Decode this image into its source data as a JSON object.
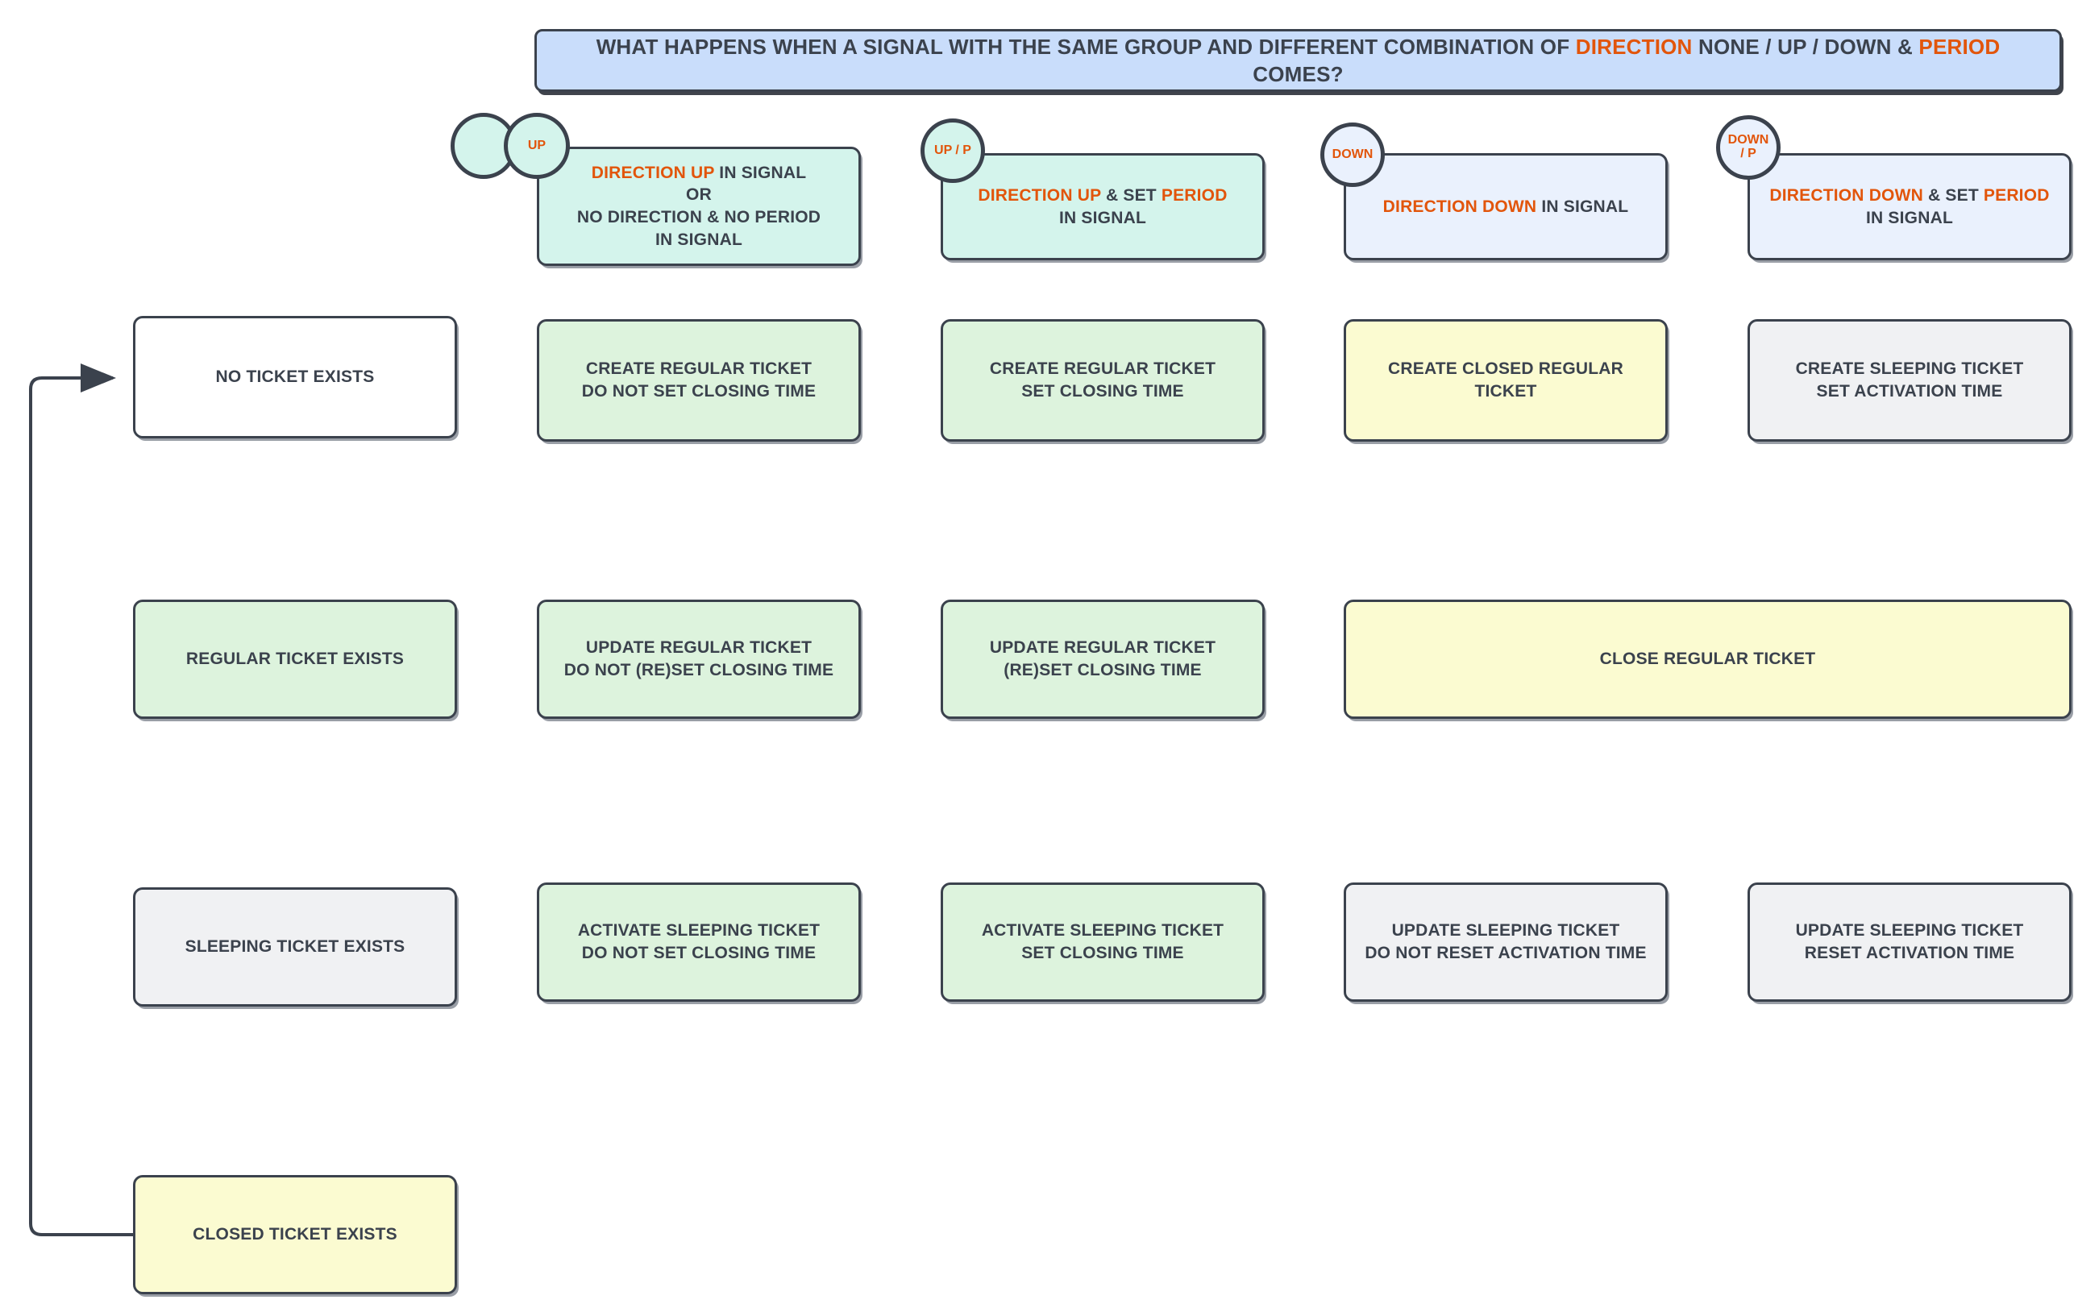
{
  "banner": {
    "segments": [
      {
        "text": "WHAT HAPPENS WHEN A SIGNAL WITH THE SAME GROUP AND DIFFERENT COMBINATION OF ",
        "highlight": false
      },
      {
        "text": "DIRECTION",
        "highlight": true
      },
      {
        "text": " NONE / UP / DOWN & ",
        "highlight": false
      },
      {
        "text": "PERIOD",
        "highlight": true
      },
      {
        "text": " COMES?",
        "highlight": false
      }
    ],
    "plain": "WHAT HAPPENS WHEN A SIGNAL WITH THE SAME GROUP AND DIFFERENT COMBINATION OF DIRECTION NONE / UP / DOWN & PERIOD COMES?"
  },
  "columns": [
    {
      "id": "col-up",
      "badges": [
        "",
        "UP"
      ],
      "header_segments": [
        {
          "text": "DIRECTION UP",
          "highlight": true
        },
        {
          "text": " IN SIGNAL\nOR\nNO DIRECTION & NO PERIOD\nIN SIGNAL",
          "highlight": false
        }
      ],
      "header_plain": "DIRECTION UP IN SIGNAL\nOR\nNO DIRECTION & NO PERIOD\nIN SIGNAL",
      "header_fill": "mint"
    },
    {
      "id": "col-up-p",
      "badges": [
        "UP / P"
      ],
      "header_segments": [
        {
          "text": "DIRECTION UP",
          "highlight": true
        },
        {
          "text": " & SET ",
          "highlight": false
        },
        {
          "text": "PERIOD",
          "highlight": true
        },
        {
          "text": "\nIN SIGNAL",
          "highlight": false
        }
      ],
      "header_plain": "DIRECTION UP & SET PERIOD\nIN SIGNAL",
      "header_fill": "mint"
    },
    {
      "id": "col-down",
      "badges": [
        "DOWN"
      ],
      "header_segments": [
        {
          "text": "DIRECTION DOWN",
          "highlight": true
        },
        {
          "text": " IN SIGNAL",
          "highlight": false
        }
      ],
      "header_plain": "DIRECTION DOWN IN SIGNAL",
      "header_fill": "blue"
    },
    {
      "id": "col-down-p",
      "badges": [
        "DOWN\n/ P"
      ],
      "header_segments": [
        {
          "text": "DIRECTION DOWN",
          "highlight": true
        },
        {
          "text": " & SET ",
          "highlight": false
        },
        {
          "text": "PERIOD",
          "highlight": true
        },
        {
          "text": "\nIN SIGNAL",
          "highlight": false
        }
      ],
      "header_plain": "DIRECTION DOWN & SET PERIOD\nIN SIGNAL",
      "header_fill": "blue"
    }
  ],
  "rows": [
    {
      "id": "row-no-ticket",
      "label": "NO TICKET EXISTS",
      "label_fill": "white",
      "cells": [
        {
          "text": "CREATE REGULAR TICKET\nDO NOT SET CLOSING TIME",
          "fill": "green",
          "span": 1
        },
        {
          "text": "CREATE REGULAR TICKET\nSET CLOSING TIME",
          "fill": "green",
          "span": 1
        },
        {
          "text": "CREATE CLOSED REGULAR\nTICKET",
          "fill": "yellow",
          "span": 1
        },
        {
          "text": "CREATE SLEEPING TICKET\nSET ACTIVATION TIME",
          "fill": "grey",
          "span": 1
        }
      ]
    },
    {
      "id": "row-regular-ticket",
      "label": "REGULAR TICKET EXISTS",
      "label_fill": "green",
      "cells": [
        {
          "text": "UPDATE REGULAR TICKET\nDO NOT (RE)SET CLOSING TIME",
          "fill": "green",
          "span": 1
        },
        {
          "text": "UPDATE REGULAR TICKET\n(RE)SET CLOSING TIME",
          "fill": "green",
          "span": 1
        },
        {
          "text": "CLOSE REGULAR TICKET",
          "fill": "yellow",
          "span": 2
        }
      ]
    },
    {
      "id": "row-sleeping-ticket",
      "label": "SLEEPING TICKET EXISTS",
      "label_fill": "grey",
      "cells": [
        {
          "text": "ACTIVATE SLEEPING TICKET\nDO NOT SET CLOSING TIME",
          "fill": "green",
          "span": 1
        },
        {
          "text": "ACTIVATE SLEEPING TICKET\nSET CLOSING TIME",
          "fill": "green",
          "span": 1
        },
        {
          "text": "UPDATE SLEEPING TICKET\nDO NOT RESET ACTIVATION TIME",
          "fill": "grey",
          "span": 1
        },
        {
          "text": "UPDATE SLEEPING TICKET\nRESET ACTIVATION TIME",
          "fill": "grey",
          "span": 1
        }
      ]
    },
    {
      "id": "row-closed-ticket",
      "label": "CLOSED TICKET EXISTS",
      "label_fill": "yellow",
      "cells": []
    }
  ],
  "edges": [
    {
      "id": "closed-to-no-ticket",
      "from": "row-closed-ticket",
      "to": "row-no-ticket",
      "label": ""
    }
  ],
  "colors": {
    "accent": "#e2550b",
    "stroke": "#3b424d",
    "banner": "#c9ddfb",
    "mint": "#d4f4ec",
    "green": "#ddf3dd",
    "yellow": "#fbfbd1",
    "grey": "#f0f1f3",
    "blue": "#eaf1fd",
    "white": "#ffffff"
  }
}
